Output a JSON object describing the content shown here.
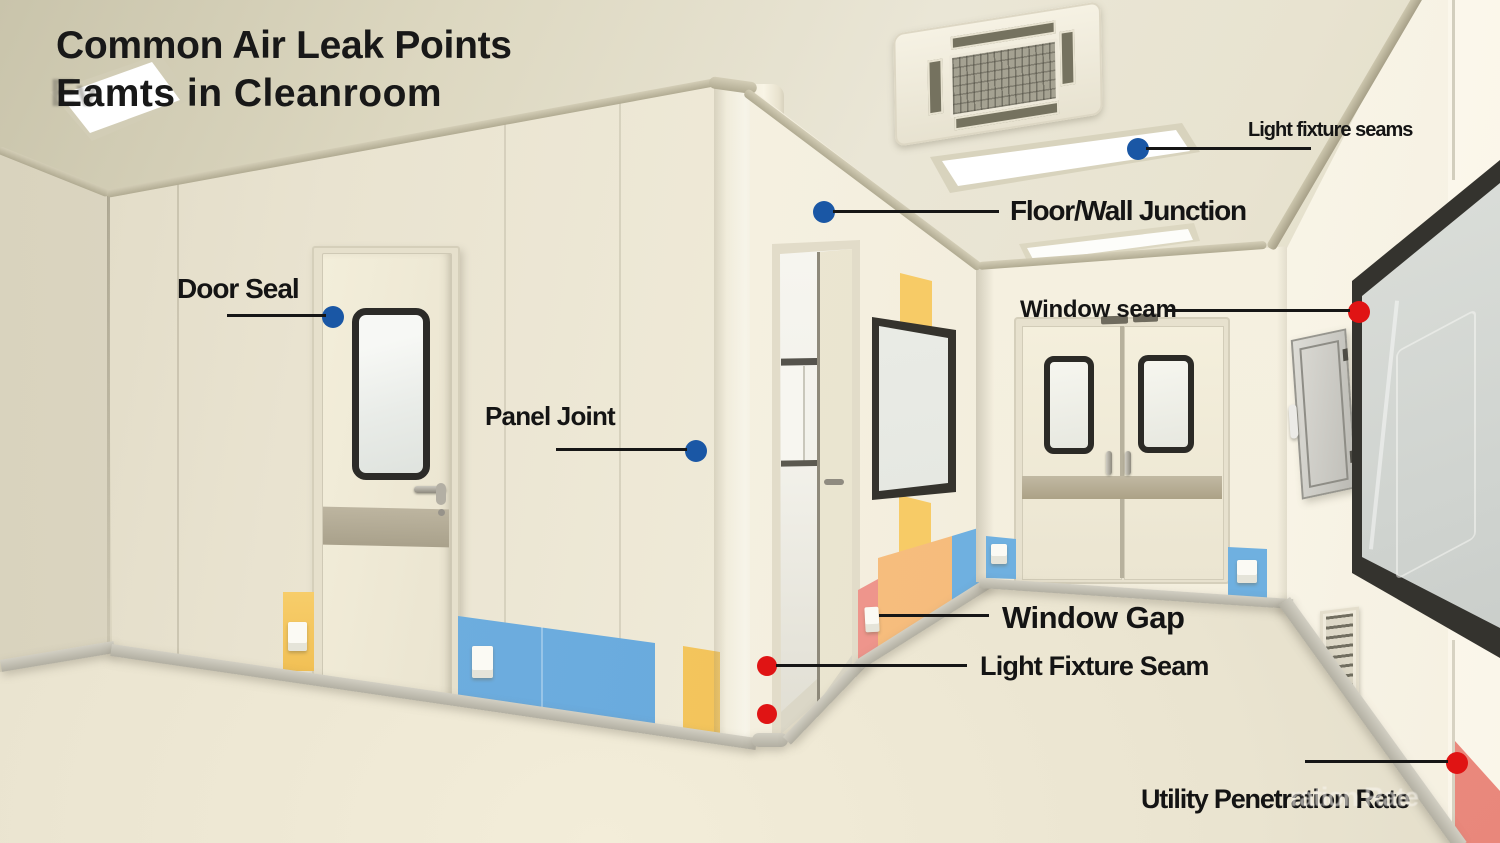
{
  "title": {
    "line1": "Common Air Leak Points",
    "line2": "Eamts in Cleanroom",
    "line2_ghost": "Ev"
  },
  "colors": {
    "marker_blue": "#1a57a5",
    "marker_red": "#e01414",
    "line": "#161616",
    "accent_yellow": "#f7cb66",
    "accent_blue": "#6fb0e0",
    "accent_orange": "#f5b876",
    "accent_salmon": "#ee958c"
  },
  "annotations": [
    {
      "id": "light-fixture-seams",
      "label": "Light fixture seams",
      "marker": "blue"
    },
    {
      "id": "floor-wall-junction",
      "label": "Floor/Wall Junction",
      "marker": "blue"
    },
    {
      "id": "door-seal",
      "label": "Door Seal",
      "marker": "blue"
    },
    {
      "id": "window-seam",
      "label": "Window seam",
      "marker": "red"
    },
    {
      "id": "panel-joint",
      "label": "Panel Joint",
      "marker": "blue"
    },
    {
      "id": "window-gap",
      "label": "Window Gap",
      "marker": "none"
    },
    {
      "id": "light-fixture-seam",
      "label": "Light Fixture Seam",
      "marker": "red"
    },
    {
      "id": "utility-penetration-rate",
      "label": "Utility Penetration Rate",
      "marker": "red",
      "ghost": "ration Rate"
    }
  ]
}
